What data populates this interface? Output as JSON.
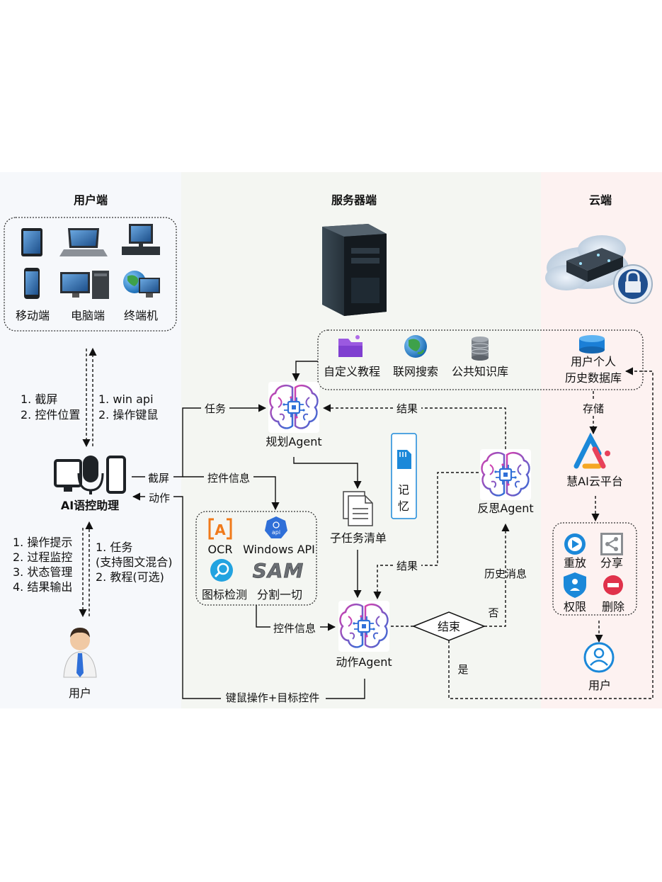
{
  "sections": {
    "user": "用户端",
    "server": "服务器端",
    "cloud": "云端"
  },
  "devices": {
    "mobile": "移动端",
    "pc": "电脑端",
    "terminal": "终端机"
  },
  "user_to_assistant": [
    "1. 截屏",
    "2. 控件位置"
  ],
  "assistant_to_user_device": [
    "1. win api",
    "2. 操作键鼠"
  ],
  "assistant": "AI语控助理",
  "assistant_to_person": [
    "1. 操作提示",
    "2. 过程监控",
    "3. 状态管理",
    "4. 结果输出"
  ],
  "person_to_assistant": [
    "1. 任务",
    "(支持图文混合)",
    "2. 教程(可选)"
  ],
  "person": "用户",
  "edges": {
    "task": "任务",
    "screenshot": "截屏",
    "control_info_top": "控件信息",
    "action": "动作",
    "control_info_bottom": "控件信息",
    "keyboard_mouse": "键鼠操作+目标控件",
    "result_top": "结果",
    "result_mid": "结果",
    "history_msg": "历史消息",
    "no": "否",
    "yes": "是",
    "store": "存储"
  },
  "knowledge": {
    "tutorial": "自定义教程",
    "web_search": "联网搜索",
    "public_kb": "公共知识库",
    "user_db_line1": "用户个人",
    "user_db_line2": "历史数据库"
  },
  "agents": {
    "planner": "规划Agent",
    "reflect": "反思Agent",
    "action": "动作Agent"
  },
  "memory": [
    "记",
    "忆"
  ],
  "subtasks": "子任务清单",
  "end": "结束",
  "tools": {
    "ocr": "OCR",
    "windows_api": "Windows API",
    "api_icon_text": "api",
    "icon_detect": "图标检测",
    "sam_logo": "SAM",
    "segment": "分割一切"
  },
  "cloud_platform": "慧AI云平台",
  "cloud_actions": {
    "replay": "重放",
    "share": "分享",
    "permission": "权限",
    "delete": "删除"
  },
  "cloud_user": "用户",
  "colors": {
    "user_bg": "#f6f8fb",
    "server_bg": "#f4f6f2",
    "cloud_bg": "#fdf2f1",
    "brain_pink": "#d63fae",
    "brain_blue": "#2f6fd8",
    "accent_blue": "#1b88d9"
  }
}
